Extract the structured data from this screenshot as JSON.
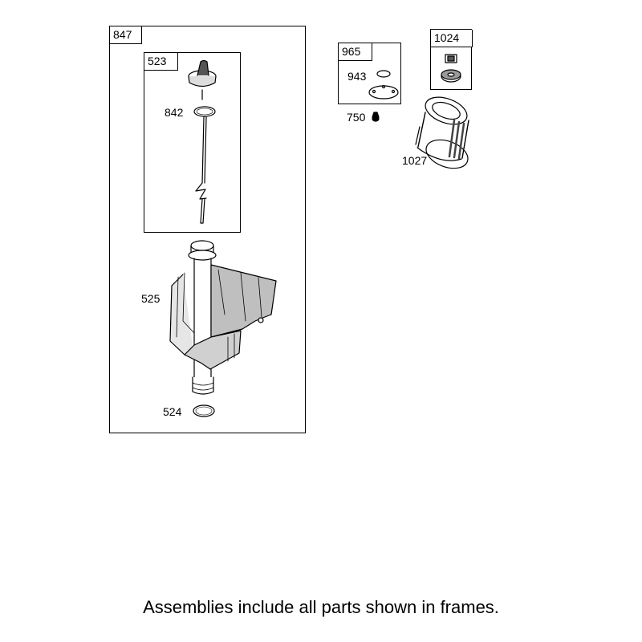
{
  "frames": {
    "outer": "847",
    "dipstick": "523",
    "seal_kit": "965",
    "filter_kit": "1024"
  },
  "parts": {
    "o_ring_dipstick": "842",
    "tube": "525",
    "o_ring_tube": "524",
    "gasket": "943",
    "plug": "750",
    "oil_filter": "1027"
  },
  "footer": "Assemblies include all parts shown in frames."
}
